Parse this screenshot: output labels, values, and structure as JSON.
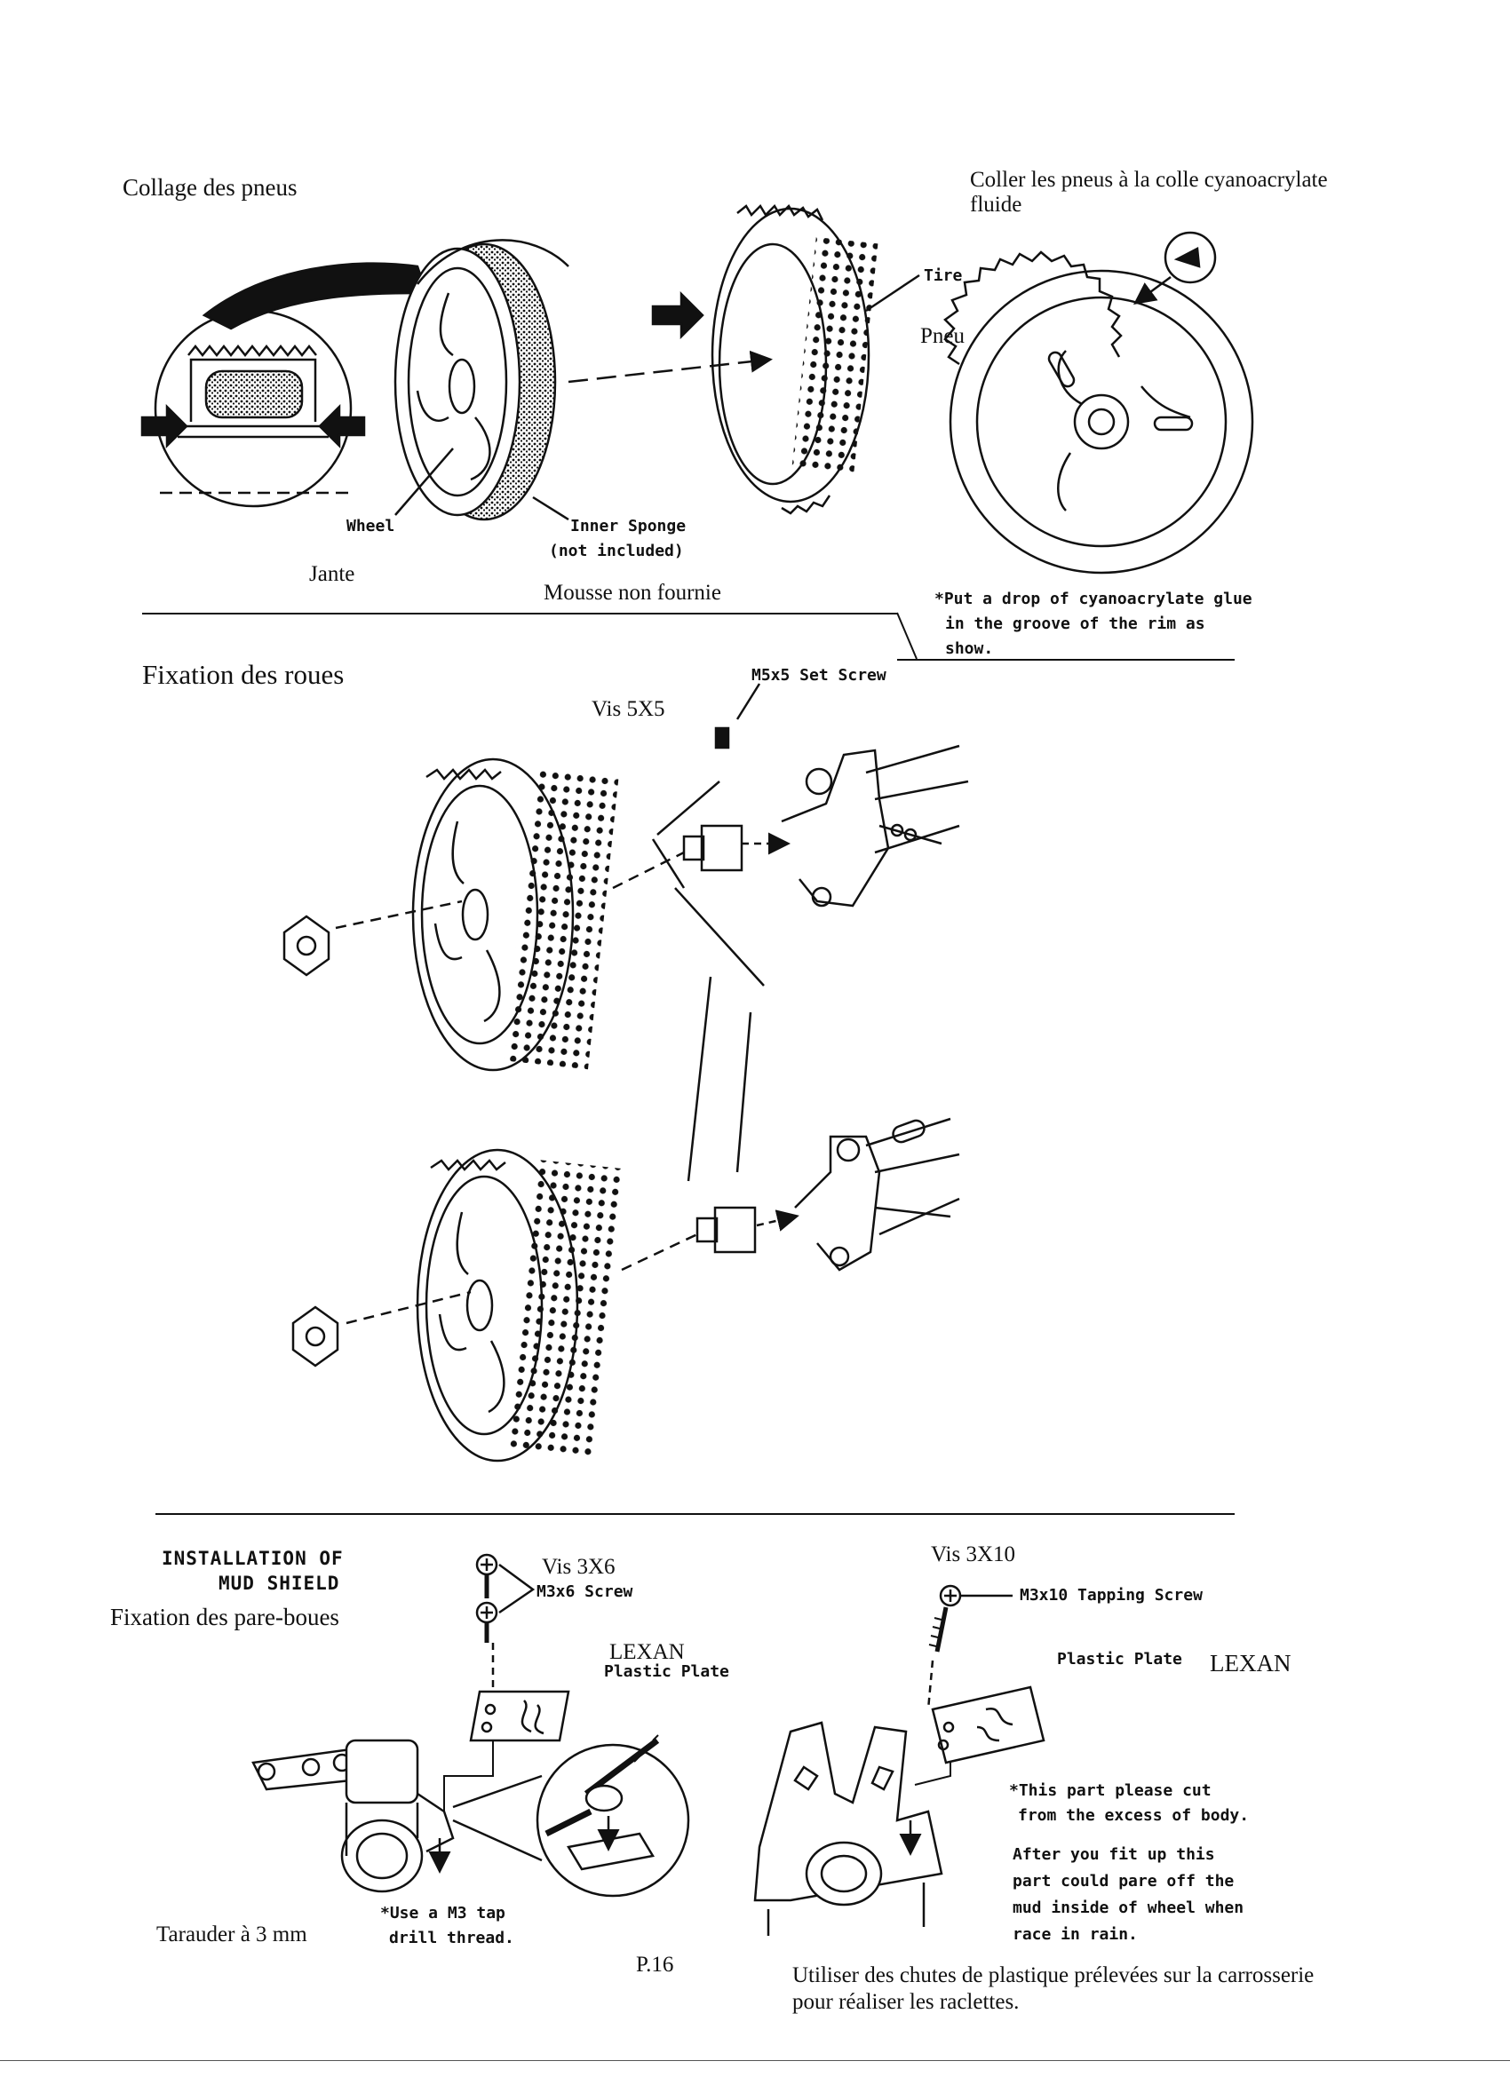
{
  "section1": {
    "heading": "Collage des pneus",
    "instruction_fr_line1": "Coller les pneus à la colle cyanoacrylate",
    "instruction_fr_line2": "fluide",
    "label_tire": "Tire",
    "label_pneu": "Pneu",
    "label_wheel": "Wheel",
    "label_jante": "Jante",
    "label_inner_sponge": "Inner Sponge",
    "label_not_included": "(not included)",
    "label_mousse": "Mousse non fournie",
    "glue_note_line1": "*Put a drop  of cyanoacrylate glue",
    "glue_note_line2": "in the groove of the rim as",
    "glue_note_line3": "show."
  },
  "section2": {
    "heading": "Fixation des roues",
    "label_vis": "Vis 5X5",
    "label_set_screw": "M5x5 Set Screw"
  },
  "section3": {
    "heading_en_line1": "INSTALLATION OF",
    "heading_en_line2": "MUD SHIELD",
    "heading_fr": "Fixation des pare-boues",
    "label_vis_3x6": "Vis 3X6",
    "label_m3x6": "M3x6 Screw",
    "label_lexan_left": "LEXAN",
    "label_plastic_plate_left": "Plastic Plate",
    "label_tarauder": "Tarauder à 3 mm",
    "tap_note_line1": "*Use a M3 tap",
    "tap_note_line2": "drill thread.",
    "label_vis_3x10": "Vis 3X10",
    "label_m3x10": "M3x10 Tapping Screw",
    "label_plastic_plate_right": "Plastic Plate",
    "label_lexan_right": "LEXAN",
    "cut_note_line1": "*This part please cut",
    "cut_note_line2": "from the excess of body.",
    "fit_note_line1": "After you fit up this",
    "fit_note_line2": "part could pare off the",
    "fit_note_line3": "mud inside of wheel when",
    "fit_note_line4": "race in rain.",
    "fr_note_line1": "Utiliser des chutes de plastique prélevées sur la carrosserie",
    "fr_note_line2": "pour réaliser les raclettes."
  },
  "footer": {
    "page_number": "P.16"
  }
}
